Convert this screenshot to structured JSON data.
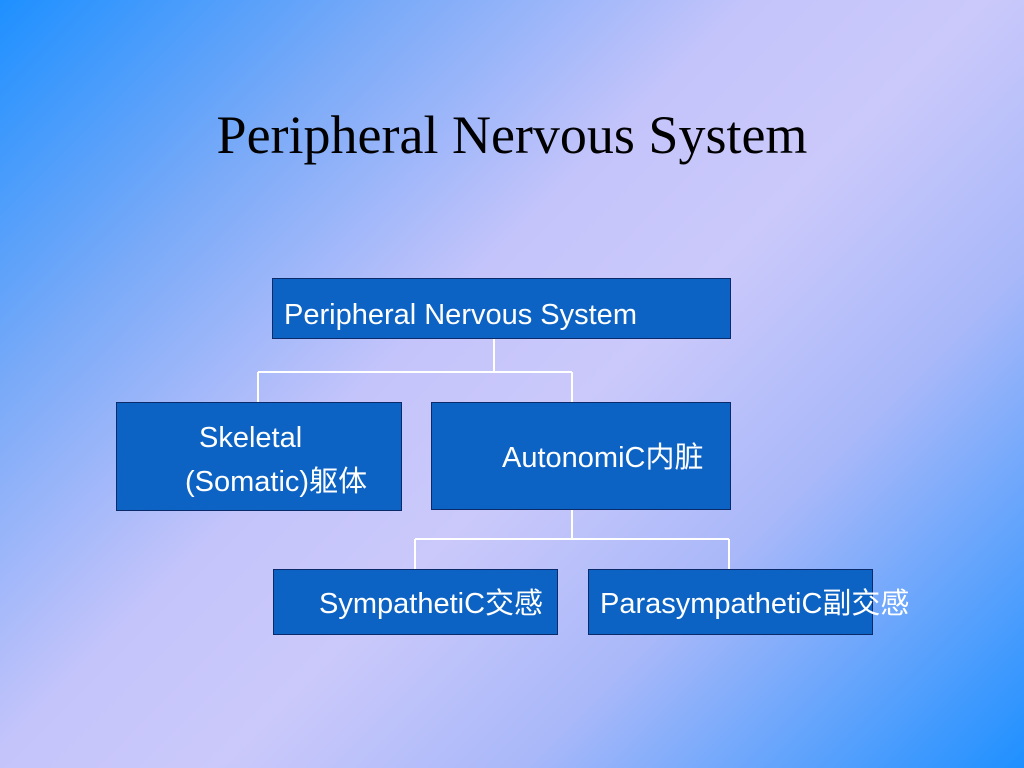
{
  "slide": {
    "title": "Peripheral Nervous System"
  },
  "diagram": {
    "root": {
      "label": "Peripheral Nervous System"
    },
    "somatic": {
      "line1": "Skeletal",
      "line2": "(Somatic)躯体"
    },
    "autonomic": {
      "label": "AutonomiC内脏"
    },
    "sympathetic": {
      "label": "SympathetiC交感"
    },
    "parasympathetic": {
      "label": "ParasympathetiC副交感"
    }
  },
  "colors": {
    "box_fill": "#0d63c4",
    "box_border": "#0a2a6a",
    "connector": "#ffffff",
    "text_light": "#ffffff",
    "title_text": "#000000"
  }
}
